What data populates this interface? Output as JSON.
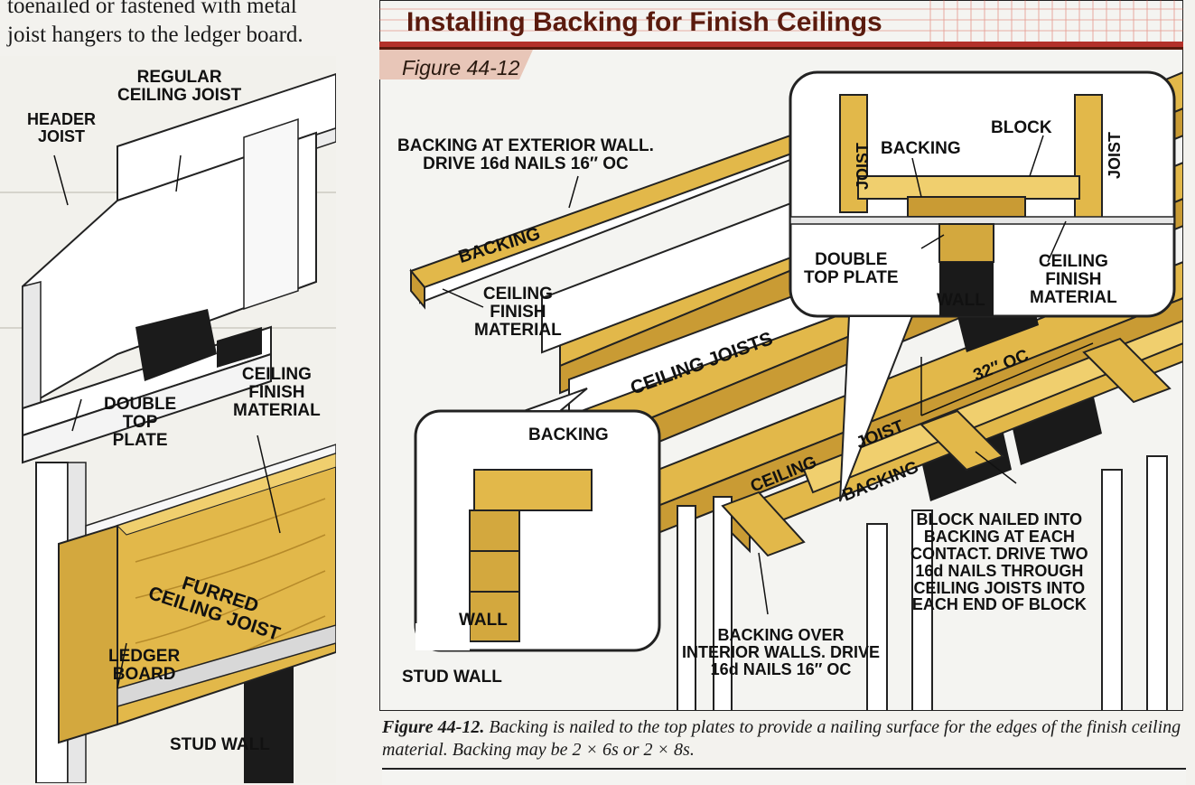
{
  "left_column": {
    "text_line_1": "toenailed or fastened with metal",
    "text_line_2": "joist hangers to the ledger board."
  },
  "left_figure": {
    "labels": {
      "regular_ceiling_joist": "REGULAR\nCEILING JOIST",
      "header_joist": "HEADER\nJOIST",
      "ceiling_finish_material": "CEILING\nFINISH\nMATERIAL",
      "double_top_plate": "DOUBLE\nTOP\nPLATE",
      "furred_ceiling_joist": "FURRED\nCEILING JOIST",
      "ledger_board": "LEDGER\nBOARD",
      "stud_wall": "STUD  WALL"
    }
  },
  "figure": {
    "title": "Installing Backing for Finish Ceilings",
    "number": "Figure  44-12",
    "labels": {
      "backing_exterior": "BACKING AT EXTERIOR WALL.\nDRIVE 16d NAILS 16″ OC",
      "backing_top": "BACKING",
      "ceiling_finish_material": "CEILING\nFINISH\nMATERIAL",
      "ceiling_joists": "CEILING JOISTS",
      "inset_left_backing": "BACKING",
      "inset_left_wall": "WALL",
      "stud_wall": "STUD WALL",
      "inset_right_joist_left": "JOIST",
      "inset_right_joist_right": "JOIST",
      "inset_right_block": "BLOCK",
      "inset_right_backing": "BACKING",
      "inset_right_double_top_plate": "DOUBLE\nTOP PLATE",
      "inset_right_wall": "WALL",
      "inset_right_ceiling_finish_material": "CEILING\nFINISH\nMATERIAL",
      "spacing": "32″ OC",
      "ceiling_joist_ceiling": "CEILING",
      "ceiling_joist_joist": "JOIST",
      "backing_interior": "BACKING",
      "block_nailed": "BLOCK NAILED INTO\nBACKING AT EACH\nCONTACT. DRIVE TWO\n16d NAILS THROUGH\nCEILING JOISTS INTO\nEACH END OF BLOCK",
      "backing_over_interior": "BACKING OVER\nINTERIOR WALLS. DRIVE\n16d NAILS 16″ OC"
    },
    "caption_label": "Figure 44-12.",
    "caption_text": "Backing is nailed to the top plates to provide a nailing surface for the edges of the finish ceiling material. Backing may be 2 × 6s or 2 × 8s."
  },
  "colors": {
    "wood": "#e2b84a",
    "wood_dark": "#b68a2a",
    "title_red": "#5a1b0e",
    "banner_stripe": "#b3312a"
  }
}
